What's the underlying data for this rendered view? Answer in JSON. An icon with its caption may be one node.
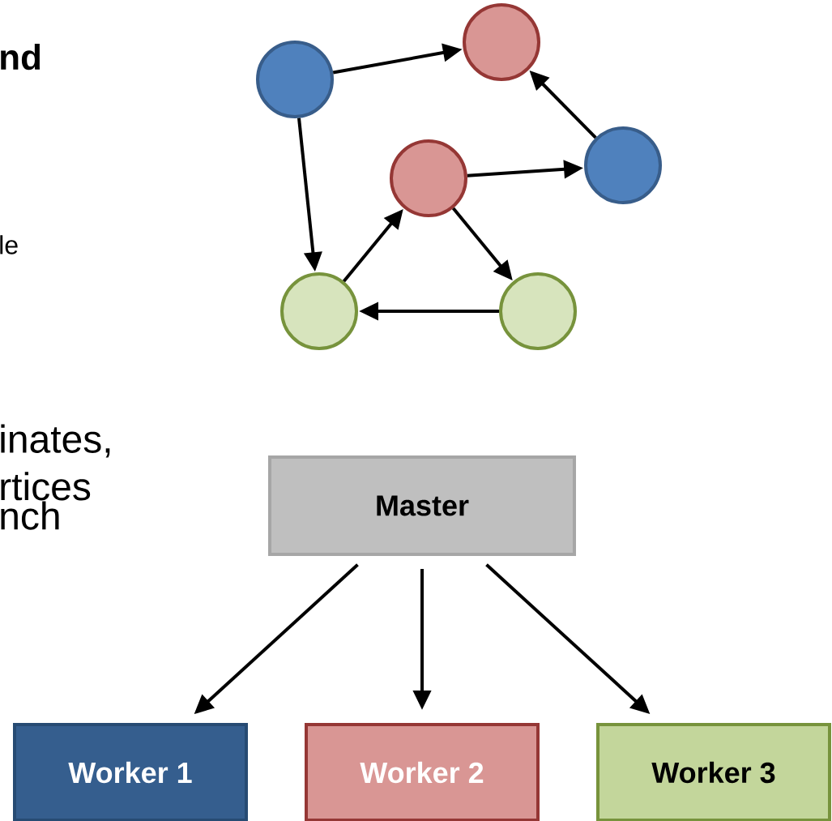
{
  "diagram": {
    "nodes": [
      {
        "text": [],
        "shape": "circle"
      },
      {
        "text": [],
        "shape": "circle"
      },
      {
        "text": [],
        "shape": "circle"
      },
      {
        "text": [],
        "shape": "circle"
      },
      {
        "text": [],
        "shape": "circle"
      },
      {
        "text": [],
        "shape": "circle"
      },
      {
        "text": [
          "Master"
        ]
      },
      {
        "text": [
          "Worker 1"
        ]
      },
      {
        "text": [
          "Worker 2"
        ]
      },
      {
        "text": [
          "Worker 3"
        ]
      }
    ],
    "edges": [
      {
        "from": 0,
        "to": 1,
        "arrow": "to"
      },
      {
        "from": 2,
        "to": 1,
        "arrow": "to"
      },
      {
        "from": 0,
        "to": 4,
        "arrow": "to"
      },
      {
        "from": 3,
        "to": 2,
        "arrow": "to"
      },
      {
        "from": 4,
        "to": 3,
        "arrow": "to"
      },
      {
        "from": 3,
        "to": 5,
        "arrow": "to"
      },
      {
        "from": 5,
        "to": 4,
        "arrow": "to"
      },
      {
        "from": 6,
        "to": 7,
        "arrow": "to"
      },
      {
        "from": 6,
        "to": 8,
        "arrow": "to"
      },
      {
        "from": 6,
        "to": 9,
        "arrow": "to"
      }
    ],
    "labels": [
      "nd",
      "le",
      "inates, rtices nch"
    ]
  }
}
